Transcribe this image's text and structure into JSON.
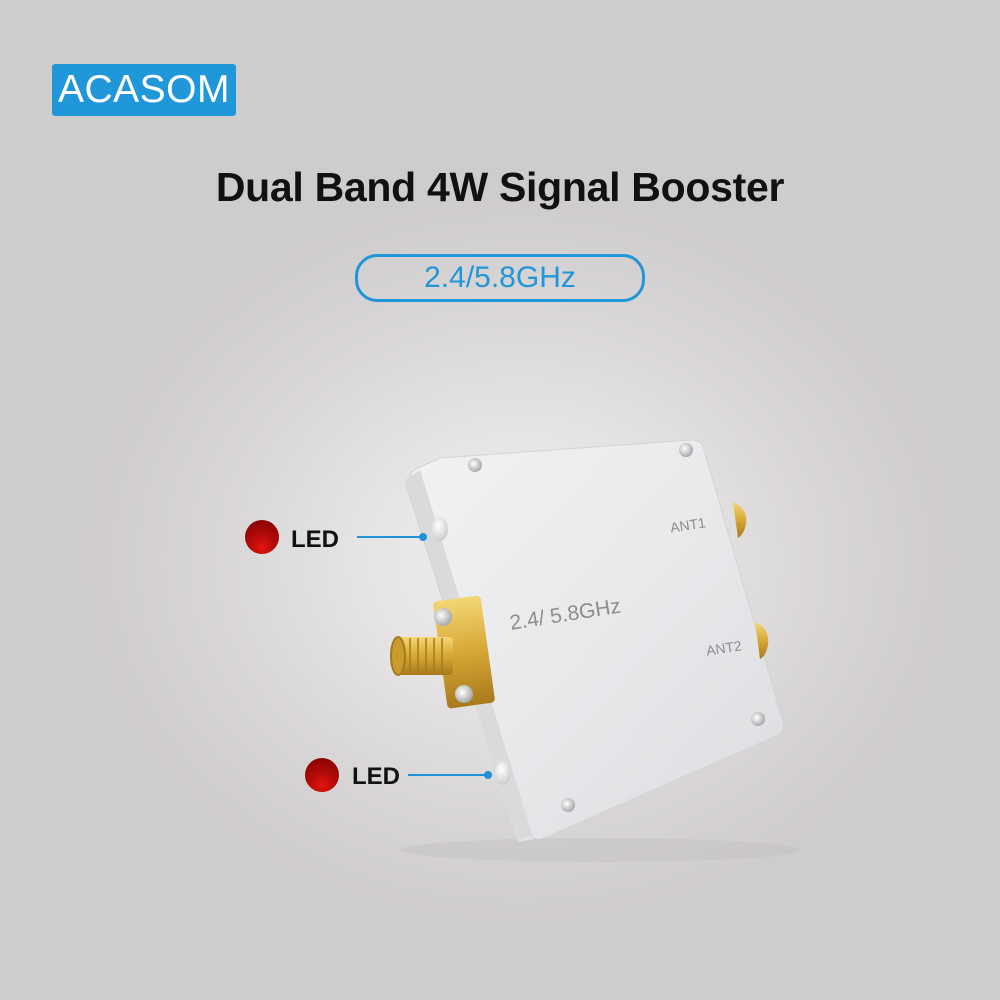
{
  "brand": {
    "label": "ACASOM",
    "color": "#1f97d9"
  },
  "header": {
    "title": "Dual Band 4W Signal Booster",
    "frequency_badge": "2.4/5.8GHz"
  },
  "callouts": [
    {
      "label": "LED",
      "indicator_color": "#b30a08"
    },
    {
      "label": "LED",
      "indicator_color": "#b30a08"
    }
  ],
  "device": {
    "frequency_marking": "2.4/ 5.8GHz",
    "ports": [
      {
        "label": "ANT1"
      },
      {
        "label": "ANT2"
      }
    ],
    "body_color": "#e9eaec",
    "connector_color": "#d4a93a"
  },
  "colors": {
    "accent": "#1f97d9",
    "background": "#cfcccd",
    "title_text": "#111111",
    "led_red": "#b30a08"
  }
}
